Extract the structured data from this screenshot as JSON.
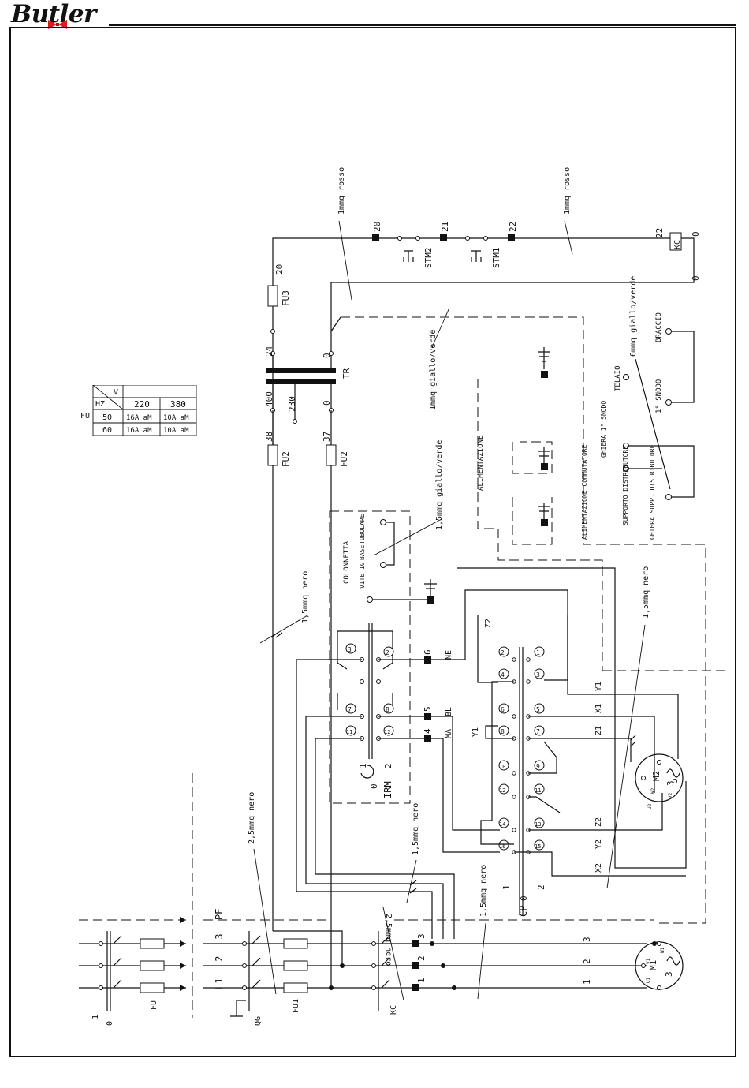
{
  "brand": {
    "name": "Butler"
  },
  "fuse_table": {
    "row_label": "FU",
    "corner_top": "V",
    "corner_bottom": "HZ",
    "voltages": [
      "220",
      "380"
    ],
    "rows": [
      {
        "hz": "50",
        "v220": "16A aM",
        "v380": "10A aM"
      },
      {
        "hz": "60",
        "v220": "16A aM",
        "v380": "10A aM"
      }
    ]
  },
  "labels": {
    "cable_red_1": "1mmq rosso",
    "cable_red_2": "1mmq rosso",
    "n20": "20",
    "n21": "21",
    "n22": "22",
    "n22b": "22",
    "kc_box": "KC",
    "kc_zero": "0",
    "kc_zero2": "0",
    "stm2": "STM2",
    "stm1": "STM1",
    "fu3": "FU3",
    "fu3_n": "20",
    "tr_24": "24",
    "tr_0": "0",
    "tr": "TR",
    "tr_400": "400",
    "tr_230": "230",
    "tr_0b": "0",
    "fu2a": "FU2",
    "fu2a_n": "38",
    "fu2b": "FU2",
    "fu2b_n": "37",
    "gv_1": "1mmq giallo/verde",
    "gv_6": "6mmq giallo/verde",
    "gv_15": "1,5mmq giallo/verde",
    "alimentazione": "ALIMENTAZIONE",
    "alim_comm": "ALIMENTAZIONE COMMUTATORE",
    "supp_dist": "SUPPORTO DISTRIBUTORE",
    "ghiera_supp": "GHIERA SUPP. DISTRIBUTORE",
    "ghiera_snodo": "GHIERA 1° SNODO",
    "telaio": "TELAIO",
    "snodo1": "1° SNODO",
    "braccio": "BRACCIO",
    "colonnetta": "COLONNETTA",
    "vite": "VITE IG",
    "base": "BASE",
    "tubolare": "TUBOLARE",
    "nero_15_a": "1,5mmq nero",
    "nero_15_b": "1,5mmq nero",
    "nero_15_c": "1,5mmq nero",
    "nero_15_d": "1,5mmq nero",
    "nero_25_a": "2,5mmq nero",
    "nero_25_b": "2,5mmq nero",
    "irm": "IRM",
    "irm_0": "0",
    "irm_1": "1",
    "irm_2": "2",
    "cp": "CP",
    "cp_0": "0",
    "cp_1": "1",
    "cp_2": "2",
    "z2_top": "Z2",
    "y1_left": "Y1",
    "ne": "NE",
    "bl": "BL",
    "ma": "MA",
    "t6": "6",
    "t5": "5",
    "t4": "4",
    "y1": "Y1",
    "x1": "X1",
    "z1": "Z1",
    "z2": "Z2",
    "y2": "Y2",
    "x2": "X2",
    "m2": "M2",
    "m2_3": "3",
    "m1": "M1",
    "m1_3": "3",
    "u1": "U1",
    "v1": "V1",
    "w1": "W1",
    "u2": "U2",
    "v2": "V2",
    "w2": "W2",
    "l1": "L1",
    "l2": "L2",
    "l3": "L3",
    "pe": "PE",
    "qg": "QG",
    "fu1": "FU1",
    "kc": "KC",
    "fu_main": "FU",
    "sw_1": "1",
    "sw_0": "0",
    "t1": "1",
    "t2": "2",
    "t3": "3",
    "ph1": "1",
    "ph2": "2",
    "ph3": "3"
  },
  "contacts": {
    "irm": [
      "3",
      "2",
      "7",
      "8",
      "11",
      "12"
    ],
    "cp_left": [
      "2",
      "4",
      "8",
      "10",
      "12",
      "14",
      "16"
    ],
    "cp_right": [
      "1",
      "3",
      "5",
      "7",
      "9",
      "11",
      "13",
      "15"
    ]
  }
}
